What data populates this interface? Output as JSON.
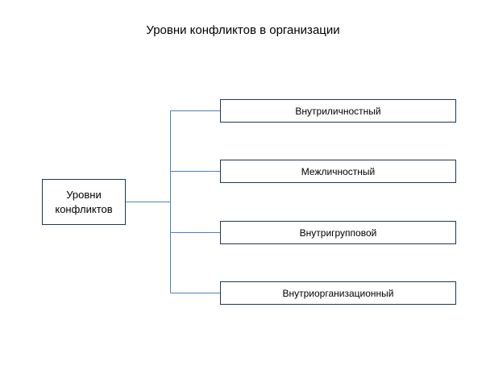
{
  "title": "Уровни конфликтов в организации",
  "root": {
    "label_line1": "Уровни",
    "label_line2": "конфликтов"
  },
  "levels": [
    "Внутриличностный",
    "Межличностный",
    "Внутригрупповой",
    "Внутриорганизационный"
  ],
  "colors": {
    "box_border": "#1f3855",
    "connector": "#4f81bd"
  }
}
